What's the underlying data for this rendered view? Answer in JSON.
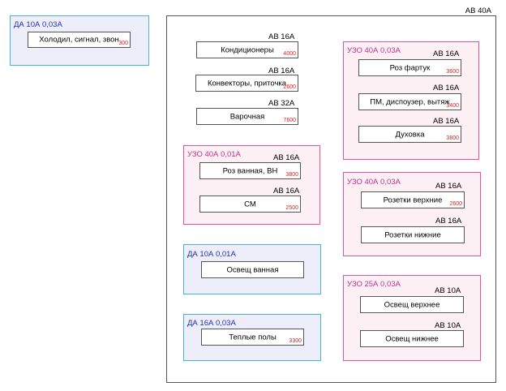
{
  "outside": {
    "group": {
      "title": "ДА 10А 0,03А",
      "circuit": {
        "label": "Холодил, сигнал, звон",
        "power": "300"
      }
    }
  },
  "main_panel": {
    "breaker": "АВ 40А",
    "direct": [
      {
        "breaker": "АВ 16А",
        "label": "Кондиционеры",
        "power": "4000"
      },
      {
        "breaker": "АВ 16А",
        "label": "Конвекторы, приточка",
        "power": "2600"
      },
      {
        "breaker": "АВ 32А",
        "label": "Варочная",
        "power": "7600"
      }
    ],
    "rcd_bath": {
      "title": "УЗО 40А 0,01А",
      "circuits": [
        {
          "breaker": "АВ 16А",
          "label": "Роз ванная, ВН",
          "power": "3800"
        },
        {
          "breaker": "АВ 16А",
          "label": "СМ",
          "power": "2500"
        }
      ]
    },
    "rcbo_bath_light": {
      "title": "ДА 10А 0,01А",
      "circuit": {
        "label": "Освещ ванная"
      }
    },
    "rcbo_floor": {
      "title": "ДА 16А 0,03А",
      "circuit": {
        "label": "Теплые полы",
        "power": "3300"
      }
    },
    "rcd_kitchen": {
      "title": "УЗО 40А 0,03А",
      "circuits": [
        {
          "breaker": "АВ 16А",
          "label": "Роз фартук",
          "power": "3600"
        },
        {
          "breaker": "АВ 16А",
          "label": "ПМ, диспоузер, вытяж",
          "power": "3400"
        },
        {
          "breaker": "АВ 16А",
          "label": "Духовка",
          "power": "3800"
        }
      ]
    },
    "rcd_sockets": {
      "title": "УЗО 40А 0,03А",
      "circuits": [
        {
          "breaker": "АВ 16А",
          "label": "Розетки верхние",
          "power": "2600"
        },
        {
          "breaker": "АВ 16А",
          "label": "Розетки нижние"
        }
      ]
    },
    "rcd_light": {
      "title": "УЗО 25А 0,03А",
      "circuits": [
        {
          "breaker": "АВ 10А",
          "label": "Освещ верхнее"
        },
        {
          "breaker": "АВ 10А",
          "label": "Освещ нижнее"
        }
      ]
    }
  }
}
